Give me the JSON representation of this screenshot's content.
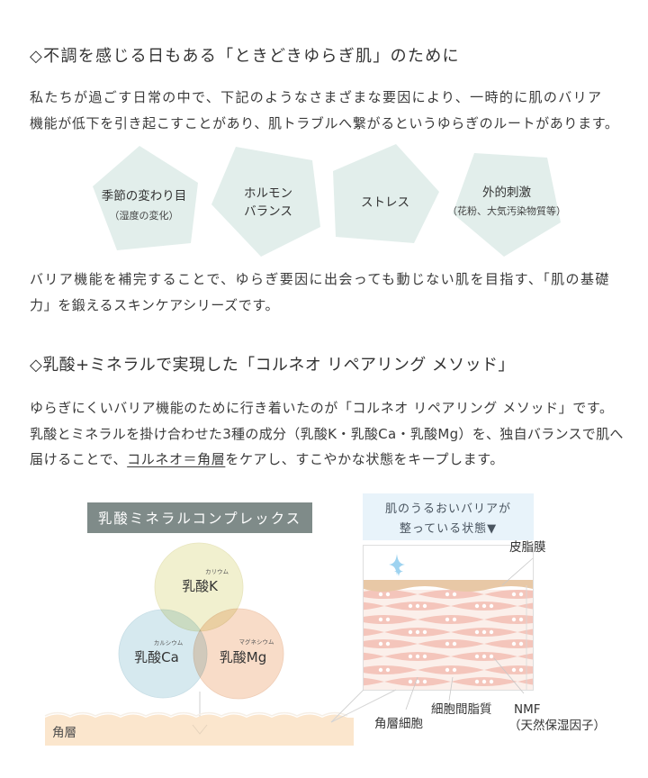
{
  "section1": {
    "heading": "◇不調を感じる日もある「ときどきゆらぎ肌」のために",
    "intro_lines": [
      "私たちが過ごす日常の中で、下記のようなさまざまな要因により、一時的に肌のバリア",
      "機能が低下を引き起こすことがあり、肌トラブルへ繋がるというゆらぎのルートがあります。"
    ],
    "factors": [
      {
        "title": "季節の変わり目",
        "sub": "（湿度の変化）"
      },
      {
        "title_lines": [
          "ホルモン",
          "バランス"
        ]
      },
      {
        "title": "ストレス"
      },
      {
        "title": "外的刺激",
        "sub": "（花粉、大気汚染物質等）"
      }
    ],
    "outro_lines": [
      "バリア機能を補完することで、ゆらぎ要因に出会っても動じない肌を目指す、「肌の基礎",
      "力」を鍛えるスキンケアシリーズです。"
    ]
  },
  "section2": {
    "heading": "◇乳酸+ミネラルで実現した「コルネオ リペアリング メソッド」",
    "body_lines": [
      "ゆらぎにくいバリア機能のために行き着いたのが「コルネオ リペアリング メソッド」です。",
      "乳酸とミネラルを掛け合わせた3種の成分（乳酸K・乳酸Ca・乳酸Mg）を、独自バランスで肌へ"
    ],
    "body_line3": {
      "prefix": "届けることで、",
      "underlined": "コルネオ＝角層",
      "suffix": "をケアし、すこやかな状態をキープします。"
    }
  },
  "diagram_left": {
    "label": "乳酸ミネラルコンプレックス",
    "circles": [
      {
        "ruby": "カリウム",
        "name": "乳酸K",
        "color": "#f1f0cf"
      },
      {
        "ruby": "カルシウム",
        "name": "乳酸Ca",
        "color": "#d3e8ee"
      },
      {
        "ruby": "マグネシウム",
        "name": "乳酸Mg",
        "color": "#f8dac6"
      }
    ],
    "band_label": "角層"
  },
  "diagram_right": {
    "header_lines": [
      "肌のうるおいバリアが",
      "整っている状態▼"
    ],
    "labels": {
      "sebum": "皮脂膜",
      "corneocyte": "角層細胞",
      "lipid": "細胞間脂質",
      "nmf": "NMF",
      "nmf_sub": "（天然保湿因子）"
    }
  },
  "colors": {
    "pentagon": "#e2eeeb",
    "label_box": "#7f8b89",
    "header_box": "#e8f3fa",
    "band": "#fbe6cd",
    "sebum": "#e8c8a6",
    "cell": "#f4c5bb",
    "cell_bg": "#fbefea",
    "sparkle": "#9ed3f0"
  }
}
